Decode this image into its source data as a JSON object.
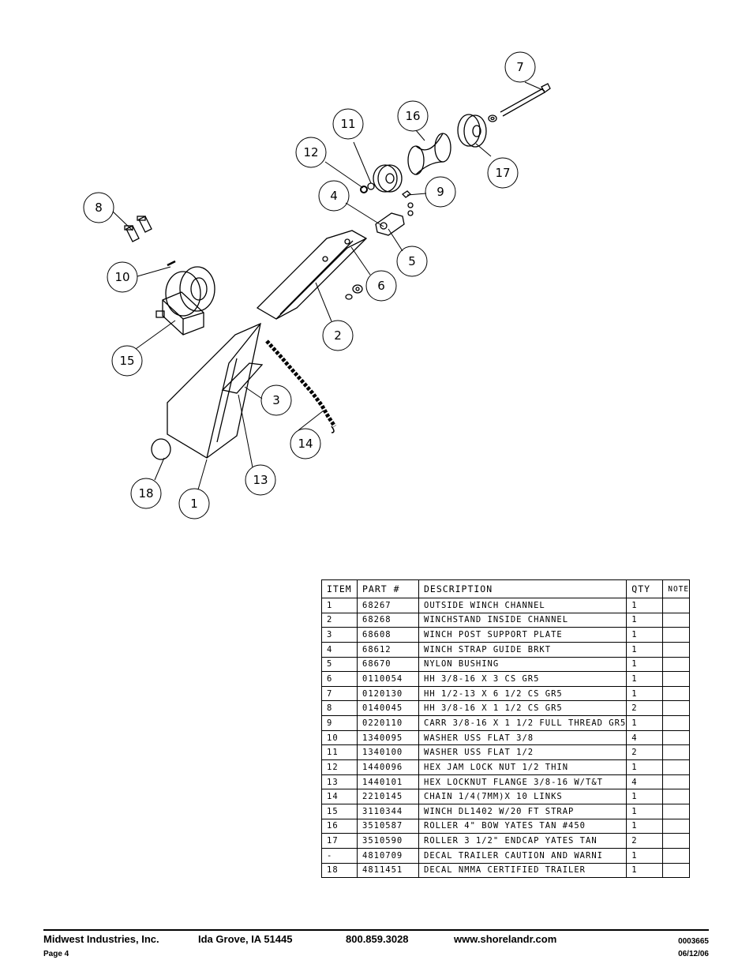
{
  "callouts": [
    {
      "label": "7"
    },
    {
      "label": "16"
    },
    {
      "label": "11"
    },
    {
      "label": "12"
    },
    {
      "label": "17"
    },
    {
      "label": "9"
    },
    {
      "label": "4"
    },
    {
      "label": "8"
    },
    {
      "label": "5"
    },
    {
      "label": "10"
    },
    {
      "label": "6"
    },
    {
      "label": "2"
    },
    {
      "label": "15"
    },
    {
      "label": "3"
    },
    {
      "label": "14"
    },
    {
      "label": "13"
    },
    {
      "label": "18"
    },
    {
      "label": "1"
    }
  ],
  "table": {
    "headers": {
      "item": "ITEM",
      "part": "PART #",
      "description": "DESCRIPTION",
      "qty": "QTY",
      "note": "NOTE"
    },
    "rows": [
      {
        "item": "1",
        "part": "68267",
        "description": "OUTSIDE WINCH CHANNEL",
        "qty": "1",
        "note": ""
      },
      {
        "item": "2",
        "part": "68268",
        "description": "WINCHSTAND   INSIDE CHANNEL",
        "qty": "1",
        "note": ""
      },
      {
        "item": "3",
        "part": "68608",
        "description": "WINCH POST SUPPORT PLATE",
        "qty": "1",
        "note": ""
      },
      {
        "item": "4",
        "part": "68612",
        "description": "WINCH STRAP GUIDE BRKT",
        "qty": "1",
        "note": ""
      },
      {
        "item": "5",
        "part": "68670",
        "description": "NYLON BUSHING",
        "qty": "1",
        "note": ""
      },
      {
        "item": "6",
        "part": "0110054",
        "description": "HH 3/8-16 X 3 CS GR5",
        "qty": "1",
        "note": ""
      },
      {
        "item": "7",
        "part": "0120130",
        "description": "HH 1/2-13 X 6 1/2 CS GR5",
        "qty": "1",
        "note": ""
      },
      {
        "item": "8",
        "part": "0140045",
        "description": "HH 3/8-16 X 1 1/2 CS GR5",
        "qty": "2",
        "note": ""
      },
      {
        "item": "9",
        "part": "0220110",
        "description": "CARR 3/8-16 X 1 1/2 FULL THREAD GR5",
        "qty": "1",
        "note": ""
      },
      {
        "item": "10",
        "part": "1340095",
        "description": "WASHER USS FLAT 3/8",
        "qty": "4",
        "note": ""
      },
      {
        "item": "11",
        "part": "1340100",
        "description": "WASHER USS FLAT 1/2",
        "qty": "2",
        "note": ""
      },
      {
        "item": "12",
        "part": "1440096",
        "description": "HEX JAM LOCK NUT 1/2 THIN",
        "qty": "1",
        "note": ""
      },
      {
        "item": "13",
        "part": "1440101",
        "description": "HEX LOCKNUT FLANGE 3/8-16 W/T&T",
        "qty": "4",
        "note": ""
      },
      {
        "item": "14",
        "part": "2210145",
        "description": "CHAIN 1/4(7MM)X 10 LINKS",
        "qty": "1",
        "note": ""
      },
      {
        "item": "15",
        "part": "3110344",
        "description": "WINCH DL1402 W/20 FT STRAP",
        "qty": "1",
        "note": ""
      },
      {
        "item": "16",
        "part": "3510587",
        "description": "ROLLER 4\" BOW YATES TAN #450",
        "qty": "1",
        "note": ""
      },
      {
        "item": "17",
        "part": "3510590",
        "description": "ROLLER 3 1/2\" ENDCAP YATES TAN",
        "qty": "2",
        "note": ""
      },
      {
        "item": "-",
        "part": "4810709",
        "description": "DECAL TRAILER CAUTION AND WARNI",
        "qty": "1",
        "note": ""
      },
      {
        "item": "18",
        "part": "4811451",
        "description": " DECAL NMMA CERTIFIED TRAILER",
        "qty": "1",
        "note": ""
      }
    ]
  },
  "footer": {
    "company": "Midwest Industries, Inc.",
    "location": "Ida Grove, IA  51445",
    "phone": "800.859.3028",
    "website": "www.shorelandr.com",
    "doc_number": "0003665",
    "page": "Page 4",
    "date": "06/12/06"
  }
}
